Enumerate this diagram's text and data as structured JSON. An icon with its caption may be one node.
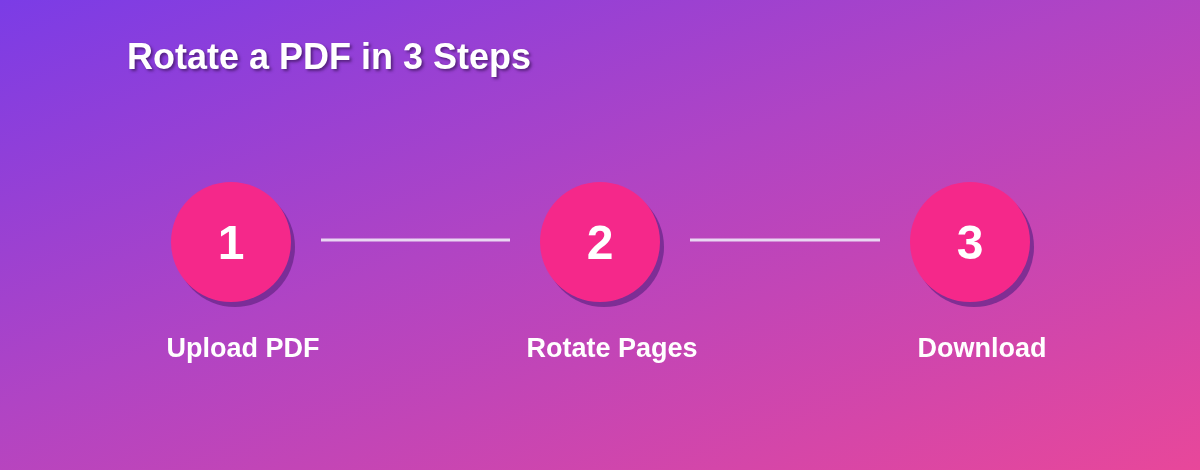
{
  "diagram": {
    "title": "Rotate a PDF in 3 Steps",
    "nodes": [
      {
        "text": [
          "1"
        ],
        "beside": [
          "Upload PDF"
        ]
      },
      {
        "text": [
          "2"
        ],
        "beside": [
          "Rotate Pages"
        ]
      },
      {
        "text": [
          "3"
        ],
        "beside": [
          "Download"
        ]
      }
    ],
    "edges": [
      {
        "from": 0,
        "to": 1,
        "arrow": "none"
      },
      {
        "from": 1,
        "to": 2,
        "arrow": "none"
      }
    ]
  }
}
